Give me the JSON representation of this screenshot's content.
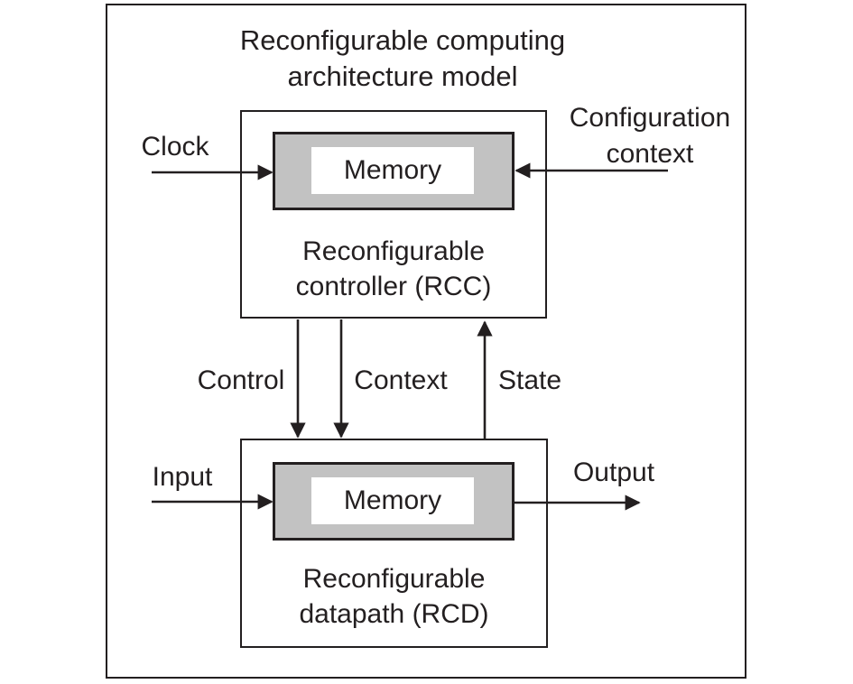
{
  "colors": {
    "line-color": "#231f20",
    "memory-fill": "#c2c2c2",
    "panel-fill": "#ffffff",
    "background": "#ffffff"
  },
  "title": {
    "line1": "Reconfigurable computing",
    "line2": "architecture model"
  },
  "rcc": {
    "memory_label": "Memory",
    "name_line1": "Reconfigurable",
    "name_line2": "controller (RCC)"
  },
  "rcd": {
    "memory_label": "Memory",
    "name_line1": "Reconfigurable",
    "name_line2": "datapath (RCD)"
  },
  "signals": {
    "clock": "Clock",
    "configuration_line1": "Configuration",
    "configuration_line2": "context",
    "control": "Control",
    "context": "Context",
    "state": "State",
    "input": "Input",
    "output": "Output"
  }
}
